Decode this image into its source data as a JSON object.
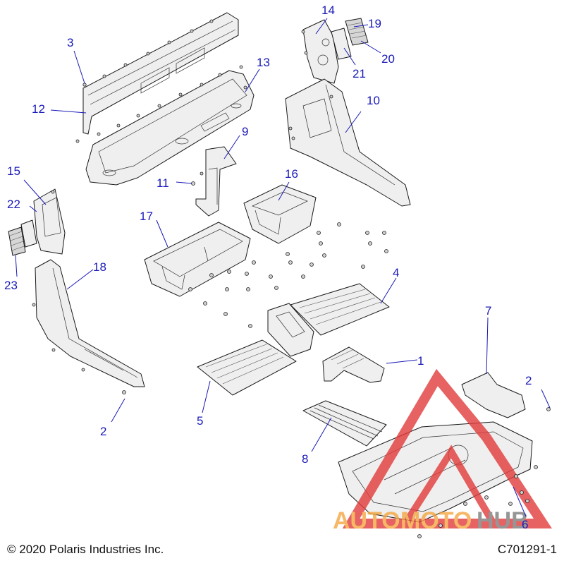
{
  "colors": {
    "callout": "#1a1ab8",
    "line": "#1a1a1a",
    "watermark_red": "#e23b3b",
    "watermark_orange": "#f4a640",
    "watermark_gray": "#7d7d7d"
  },
  "footer": {
    "copyright": "© 2020 Polaris Industries Inc.",
    "drawing_number": "C701291-1"
  },
  "watermark": {
    "brand_part1": "AUTO",
    "brand_part2": "MOTO",
    "brand_part3": "HUB"
  },
  "callouts": [
    {
      "id": "c1",
      "label": "1"
    },
    {
      "id": "c2a",
      "label": "2"
    },
    {
      "id": "c2b",
      "label": "2"
    },
    {
      "id": "c3",
      "label": "3"
    },
    {
      "id": "c4",
      "label": "4"
    },
    {
      "id": "c5",
      "label": "5"
    },
    {
      "id": "c6",
      "label": "6"
    },
    {
      "id": "c7",
      "label": "7"
    },
    {
      "id": "c8",
      "label": "8"
    },
    {
      "id": "c9",
      "label": "9"
    },
    {
      "id": "c10",
      "label": "10"
    },
    {
      "id": "c11",
      "label": "11"
    },
    {
      "id": "c12",
      "label": "12"
    },
    {
      "id": "c13",
      "label": "13"
    },
    {
      "id": "c14",
      "label": "14"
    },
    {
      "id": "c15",
      "label": "15"
    },
    {
      "id": "c16",
      "label": "16"
    },
    {
      "id": "c17",
      "label": "17"
    },
    {
      "id": "c18",
      "label": "18"
    },
    {
      "id": "c19",
      "label": "19"
    },
    {
      "id": "c20",
      "label": "20"
    },
    {
      "id": "c21",
      "label": "21"
    },
    {
      "id": "c22",
      "label": "22"
    },
    {
      "id": "c23",
      "label": "23"
    }
  ]
}
